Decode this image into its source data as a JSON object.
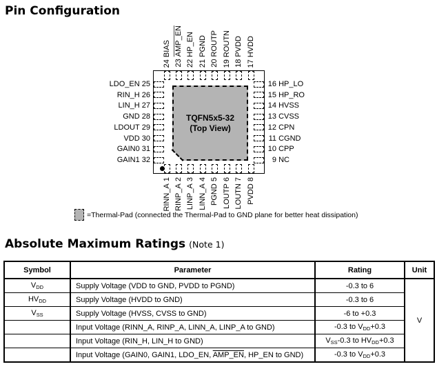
{
  "titles": {
    "pin_config": "Pin Configuration",
    "abs_max": "Absolute Maximum Ratings",
    "abs_max_note": "(Note 1)"
  },
  "chip": {
    "package_label": "TQFN5x5-32",
    "view_label": "(Top View)",
    "pins": {
      "top": [
        {
          "num": "24",
          "name": "BIAS"
        },
        {
          "num": "23",
          "name": "AMP_EN",
          "overline": true
        },
        {
          "num": "22",
          "name": "HP_EN"
        },
        {
          "num": "21",
          "name": "PGND"
        },
        {
          "num": "20",
          "name": "ROUTP"
        },
        {
          "num": "19",
          "name": "ROUTN"
        },
        {
          "num": "18",
          "name": "PVDD"
        },
        {
          "num": "17",
          "name": "HVDD"
        }
      ],
      "right": [
        {
          "num": "16",
          "name": "HP_LO"
        },
        {
          "num": "15",
          "name": "HP_RO"
        },
        {
          "num": "14",
          "name": "HVSS"
        },
        {
          "num": "13",
          "name": "CVSS"
        },
        {
          "num": "12",
          "name": "CPN"
        },
        {
          "num": "11",
          "name": "CGND"
        },
        {
          "num": "10",
          "name": "CPP"
        },
        {
          "num": "9",
          "name": "NC"
        }
      ],
      "bottom": [
        {
          "num": "1",
          "name": "RINN_A"
        },
        {
          "num": "2",
          "name": "RINP_A"
        },
        {
          "num": "3",
          "name": "LINP_A"
        },
        {
          "num": "4",
          "name": "LINN_A"
        },
        {
          "num": "5",
          "name": "PGND"
        },
        {
          "num": "6",
          "name": "LOUTP"
        },
        {
          "num": "7",
          "name": "LOUTN"
        },
        {
          "num": "8",
          "name": "PVDD"
        }
      ],
      "left": [
        {
          "num": "25",
          "name": "LDO_EN"
        },
        {
          "num": "26",
          "name": "RIN_H"
        },
        {
          "num": "27",
          "name": "LIN_H"
        },
        {
          "num": "28",
          "name": "GND"
        },
        {
          "num": "29",
          "name": "LDOUT"
        },
        {
          "num": "30",
          "name": "VDD"
        },
        {
          "num": "31",
          "name": "GAIN0"
        },
        {
          "num": "32",
          "name": "GAIN1"
        }
      ]
    }
  },
  "legend": {
    "text": "=Thermal-Pad (connected the Thermal-Pad to GND plane for better heat dissipation)"
  },
  "table": {
    "headers": [
      "Symbol",
      "Parameter",
      "Rating",
      "Unit"
    ],
    "unit_value": "V",
    "rows": [
      {
        "symbol": [
          {
            "t": "V"
          },
          {
            "t": "DD",
            "sub": true
          }
        ],
        "parameter": [
          {
            "t": "Supply Voltage (VDD to GND, PVDD to PGND)"
          }
        ],
        "rating": [
          {
            "t": "-0.3 to 6"
          }
        ]
      },
      {
        "symbol": [
          {
            "t": "HV"
          },
          {
            "t": "DD",
            "sub": true
          }
        ],
        "parameter": [
          {
            "t": "Supply Voltage (HVDD to GND)"
          }
        ],
        "rating": [
          {
            "t": "-0.3 to 6"
          }
        ]
      },
      {
        "symbol": [
          {
            "t": "V"
          },
          {
            "t": "SS",
            "sub": true
          }
        ],
        "parameter": [
          {
            "t": "Supply Voltage (HVSS, CVSS to GND)"
          }
        ],
        "rating": [
          {
            "t": "-6 to +0.3"
          }
        ]
      },
      {
        "symbol": [],
        "parameter": [
          {
            "t": "Input Voltage (RINN_A, RINP_A, LINN_A, LINP_A to GND)"
          }
        ],
        "rating": [
          {
            "t": "-0.3 to V"
          },
          {
            "t": "DD",
            "sub": true
          },
          {
            "t": "+0.3"
          }
        ]
      },
      {
        "symbol": [],
        "parameter": [
          {
            "t": "Input Voltage (RIN_H, LIN_H to GND)"
          }
        ],
        "rating": [
          {
            "t": "V"
          },
          {
            "t": "SS",
            "sub": true
          },
          {
            "t": "-0.3 to HV"
          },
          {
            "t": "DD",
            "sub": true
          },
          {
            "t": "+0.3"
          }
        ]
      },
      {
        "symbol": [],
        "parameter": [
          {
            "t": "Input Voltage (GAIN0, GAIN1, LDO_EN, "
          },
          {
            "t": "AMP_EN",
            "over": true
          },
          {
            "t": ", HP_EN to GND)"
          }
        ],
        "rating": [
          {
            "t": "-0.3 to V"
          },
          {
            "t": "DD",
            "sub": true
          },
          {
            "t": "+0.3"
          }
        ]
      }
    ]
  },
  "colors": {
    "thermal_pad_fill": "#b4b4b4",
    "line": "#000000",
    "background": "#ffffff"
  }
}
